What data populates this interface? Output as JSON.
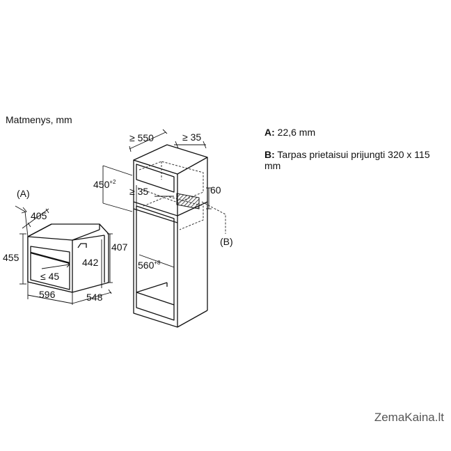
{
  "title": "Matmenys, mm",
  "legend": [
    {
      "key": "A:",
      "text": "22,6 mm"
    },
    {
      "key": "B:",
      "text": "Tarpas prietaisui prijungti 320 x 115 mm"
    }
  ],
  "oven": {
    "label_a": "(A)",
    "d405": "405",
    "d455": "455",
    "d407": "407",
    "d442": "442",
    "d45": "≤ 45",
    "d596": "596",
    "d548": "548"
  },
  "cabinet": {
    "d550": "≥ 550",
    "d35top": "≥ 35",
    "d450": "450",
    "d450_sup": "+2",
    "d35mid": "≥ 35",
    "d60": "60",
    "label_b": "(B)",
    "d560": "560",
    "d560_sup": "+8"
  },
  "watermark": "ZemaKaina.lt",
  "colors": {
    "line": "#111111",
    "hatch": "#222222"
  }
}
